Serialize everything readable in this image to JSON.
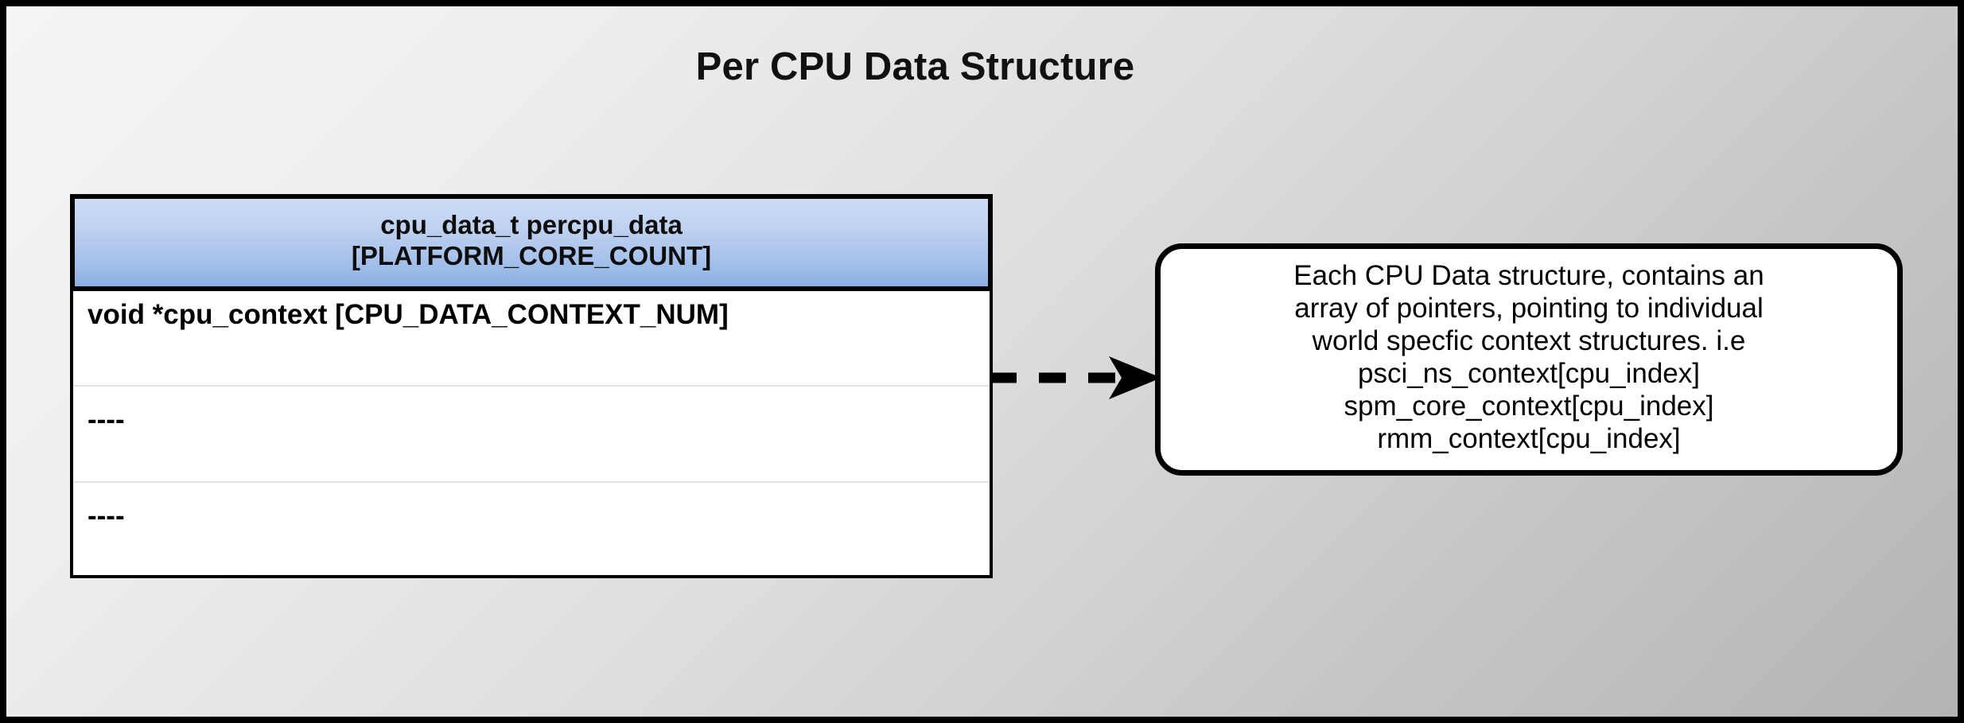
{
  "title": "Per CPU Data Structure",
  "colors": {
    "header_gradient_top": "#ccdcf5",
    "header_gradient_bottom": "#8cb0e4",
    "border": "#000000",
    "background_top_left": "#f4f4f4",
    "background_bottom_right": "#b4b4b4",
    "row_separator": "#e3e3e3",
    "note_background": "#ffffff"
  },
  "struct": {
    "header_line1": "cpu_data_t percpu_data",
    "header_line2": "[PLATFORM_CORE_COUNT]",
    "rows": [
      "void *cpu_context [CPU_DATA_CONTEXT_NUM]",
      "----",
      "----"
    ]
  },
  "connector": {
    "style": "dashed-arrow",
    "direction": "right",
    "dash_count": 3
  },
  "note": {
    "lines": [
      "Each CPU Data structure, contains an",
      "array of pointers, pointing to individual",
      "world specfic context structures. i.e",
      "psci_ns_context[cpu_index]",
      "spm_core_context[cpu_index]",
      "rmm_context[cpu_index]"
    ]
  }
}
